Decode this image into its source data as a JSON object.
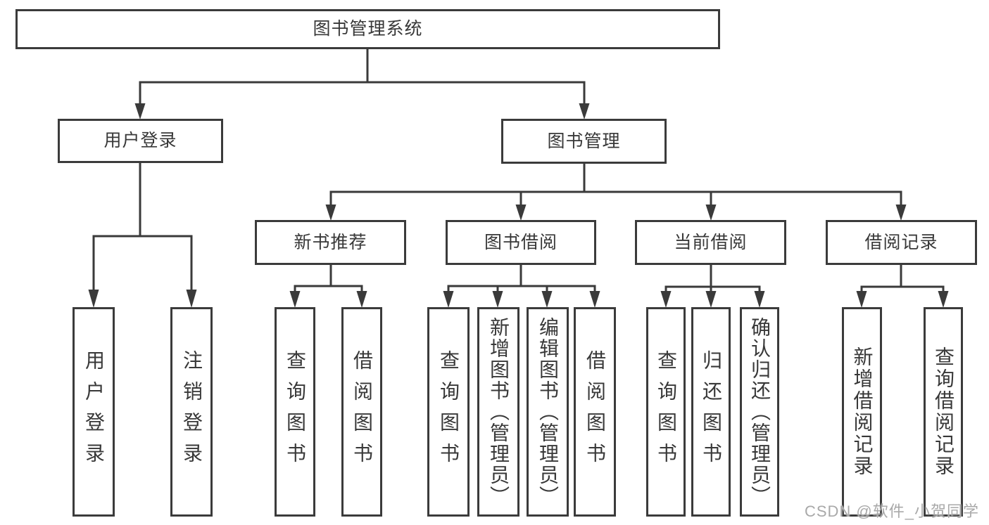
{
  "diagram": {
    "line_color": "#3a3a3a",
    "box_border_color": "#3b3b3b",
    "text_color": "#383838",
    "nodes": {
      "root": "图书管理系统",
      "userLogin": "用户登录",
      "bookMgmt": "图书管理",
      "newBookRec": "新书推荐",
      "bookBorrow": "图书借阅",
      "currentBorrow": "当前借阅",
      "borrowRecord": "借阅记录",
      "leafUserLogin": "用户登录",
      "leafLogout": "注销登录",
      "leafQueryBooks1": "查询图书",
      "leafBorrowBooks1": "借阅图书",
      "leafQueryBooks2": "查询图书",
      "leafAddBookAdmin": "新增图书（管理员）",
      "leafEditBookAdmin": "编辑图书（管理员）",
      "leafBorrowBooks2": "借阅图书",
      "leafQueryBooks3": "查询图书",
      "leafReturnBooks": "归还图书",
      "leafConfirmReturnAdmin": "确认归还（管理员）",
      "leafAddBorrowRecord": "新增借阅记录",
      "leafQueryBorrowRecord": "查询借阅记录"
    }
  },
  "watermark": "CSDN @软件_小贺同学"
}
